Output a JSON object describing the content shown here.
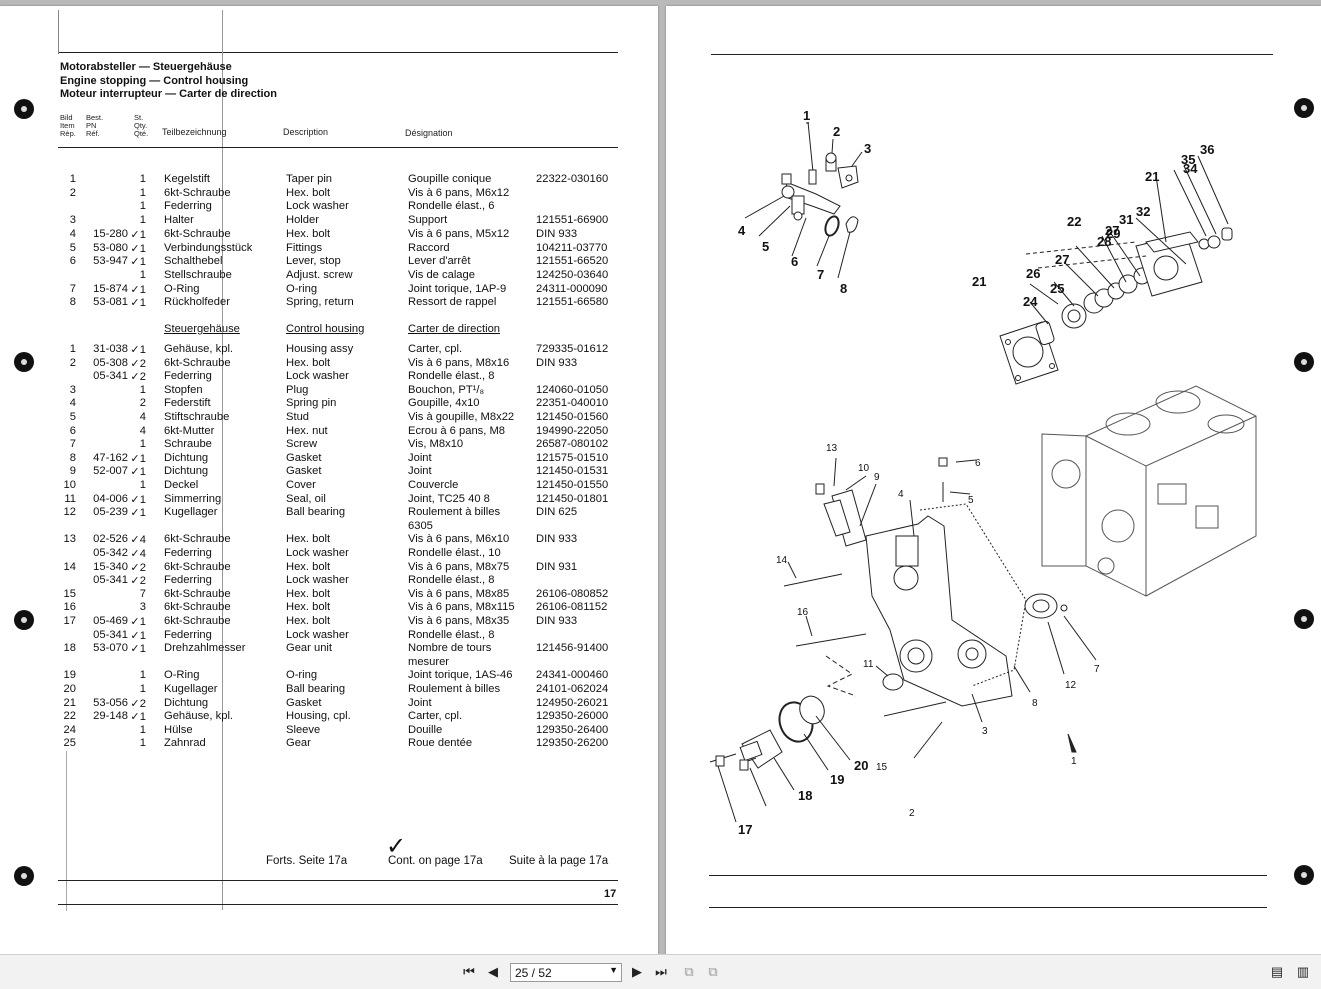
{
  "left_page": {
    "titles": [
      "Motorabsteller — Steuergehäuse",
      "Engine stopping — Control housing",
      "Moteur interrupteur — Carter de direction"
    ],
    "headers": {
      "item": [
        "Bild",
        "Item",
        "Rèp."
      ],
      "pn": [
        "Best.",
        "PN",
        "Réf."
      ],
      "qty": [
        "St.",
        "Qty.",
        "Qté."
      ],
      "de": "Teilbezeichnung",
      "en": "Description",
      "fr": "Désignation"
    },
    "rows_group1": [
      {
        "item": "1",
        "pn": "",
        "qty": "1",
        "de": "Kegelstift",
        "en": "Taper pin",
        "fr": "Goupille conique",
        "no": "22322-030160"
      },
      {
        "item": "2",
        "pn": "",
        "qty": "1",
        "de": "6kt-Schraube",
        "en": "Hex. bolt",
        "fr": "Vis à 6 pans, M6x12",
        "no": ""
      },
      {
        "item": "",
        "pn": "",
        "qty": "1",
        "de": "Federring",
        "en": "Lock washer",
        "fr": "Rondelle élast., 6",
        "no": ""
      },
      {
        "item": "3",
        "pn": "",
        "qty": "1",
        "de": "Halter",
        "en": "Holder",
        "fr": "Support",
        "no": "121551-66900"
      },
      {
        "item": "4",
        "pn": "15-280",
        "qty": "✓1",
        "de": "6kt-Schraube",
        "en": "Hex. bolt",
        "fr": "Vis à 6 pans, M5x12",
        "no": "DIN 933"
      },
      {
        "item": "5",
        "pn": "53-080",
        "qty": "✓1",
        "de": "Verbindungsstück",
        "en": "Fittings",
        "fr": "Raccord",
        "no": "104211-03770"
      },
      {
        "item": "6",
        "pn": "53-947",
        "qty": "✓1",
        "de": "Schalthebel",
        "en": "Lever, stop",
        "fr": "Lever d'arrêt",
        "no": "121551-66520"
      },
      {
        "item": "",
        "pn": "",
        "qty": "1",
        "de": "Stellschraube",
        "en": "Adjust. screw",
        "fr": "Vis de calage",
        "no": "124250-03640"
      },
      {
        "item": "7",
        "pn": "15-874",
        "qty": "✓1",
        "de": "O-Ring",
        "en": "O-ring",
        "fr": "Joint torique, 1AP-9",
        "no": "24311-000090"
      },
      {
        "item": "8",
        "pn": "53-081",
        "qty": "✓1",
        "de": "Rückholfeder",
        "en": "Spring, return",
        "fr": "Ressort de rappel",
        "no": "121551-66580"
      }
    ],
    "section_heads": {
      "de": "Steuergehäuse",
      "en": "Control housing",
      "fr": "Carter de direction"
    },
    "rows_group2": [
      {
        "item": "1",
        "pn": "31-038",
        "qty": "✓1",
        "de": "Gehäuse, kpl.",
        "en": "Housing assy",
        "fr": "Carter, cpl.",
        "no": "729335-01612"
      },
      {
        "item": "2",
        "pn": "05-308",
        "qty": "✓2",
        "de": "6kt-Schraube",
        "en": "Hex. bolt",
        "fr": "Vis à 6 pans, M8x16",
        "no": "DIN 933"
      },
      {
        "item": "",
        "pn": "05-341",
        "qty": "✓2",
        "de": "Federring",
        "en": "Lock washer",
        "fr": "Rondelle élast., 8",
        "no": ""
      },
      {
        "item": "3",
        "pn": "",
        "qty": "1",
        "de": "Stopfen",
        "en": "Plug",
        "fr": "Bouchon, PT¹/₈",
        "no": "124060-01050"
      },
      {
        "item": "4",
        "pn": "",
        "qty": "2",
        "de": "Federstift",
        "en": "Spring pin",
        "fr": "Goupille, 4x10",
        "no": "22351-040010"
      },
      {
        "item": "5",
        "pn": "",
        "qty": "4",
        "de": "Stiftschraube",
        "en": "Stud",
        "fr": "Vis à goupille, M8x22",
        "no": "121450-01560"
      },
      {
        "item": "6",
        "pn": "",
        "qty": "4",
        "de": "6kt-Mutter",
        "en": "Hex. nut",
        "fr": "Ecrou à 6 pans, M8",
        "no": "194990-22050"
      },
      {
        "item": "7",
        "pn": "",
        "qty": "1",
        "de": "Schraube",
        "en": "Screw",
        "fr": "Vis, M8x10",
        "no": "26587-080102"
      },
      {
        "item": "8",
        "pn": "47-162",
        "qty": "✓1",
        "de": "Dichtung",
        "en": "Gasket",
        "fr": "Joint",
        "no": "121575-01510"
      },
      {
        "item": "9",
        "pn": "52-007",
        "qty": "✓1",
        "de": "Dichtung",
        "en": "Gasket",
        "fr": "Joint",
        "no": "121450-01531"
      },
      {
        "item": "10",
        "pn": "",
        "qty": "1",
        "de": "Deckel",
        "en": "Cover",
        "fr": "Couvercle",
        "no": "121450-01550"
      },
      {
        "item": "11",
        "pn": "04-006",
        "qty": "✓1",
        "de": "Simmerring",
        "en": "Seal, oil",
        "fr": "Joint, TC25 40 8",
        "no": "121450-01801"
      },
      {
        "item": "12",
        "pn": "05-239",
        "qty": "✓1",
        "de": "Kugellager",
        "en": "Ball bearing",
        "fr": "Roulement à billes",
        "no": "DIN 625"
      },
      {
        "item": "",
        "pn": "",
        "qty": "",
        "de": "",
        "en": "",
        "fr": "6305",
        "no": ""
      },
      {
        "item": "13",
        "pn": "02-526",
        "qty": "✓4",
        "de": "6kt-Schraube",
        "en": "Hex. bolt",
        "fr": "Vis à 6 pans, M6x10",
        "no": "DIN 933"
      },
      {
        "item": "",
        "pn": "05-342",
        "qty": "✓4",
        "de": "Federring",
        "en": "Lock washer",
        "fr": "Rondelle élast., 10",
        "no": ""
      },
      {
        "item": "14",
        "pn": "15-340",
        "qty": "✓2",
        "de": "6kt-Schraube",
        "en": "Hex. bolt",
        "fr": "Vis à 6 pans, M8x75",
        "no": "DIN 931"
      },
      {
        "item": "",
        "pn": "05-341",
        "qty": "✓2",
        "de": "Federring",
        "en": "Lock washer",
        "fr": "Rondelle élast., 8",
        "no": ""
      },
      {
        "item": "15",
        "pn": "",
        "qty": "7",
        "de": "6kt-Schraube",
        "en": "Hex. bolt",
        "fr": "Vis à 6 pans, M8x85",
        "no": "26106-080852"
      },
      {
        "item": "16",
        "pn": "",
        "qty": "3",
        "de": "6kt-Schraube",
        "en": "Hex. bolt",
        "fr": "Vis à 6 pans, M8x115",
        "no": "26106-081152"
      },
      {
        "item": "17",
        "pn": "05-469",
        "qty": "✓1",
        "de": "6kt-Schraube",
        "en": "Hex. bolt",
        "fr": "Vis à 6 pans, M8x35",
        "no": "DIN 933"
      },
      {
        "item": "",
        "pn": "05-341",
        "qty": "✓1",
        "de": "Federring",
        "en": "Lock washer",
        "fr": "Rondelle élast., 8",
        "no": ""
      },
      {
        "item": "18",
        "pn": "53-070",
        "qty": "✓1",
        "de": "Drehzahlmesser",
        "en": "Gear unit",
        "fr": "Nombre de tours",
        "no": "121456-91400"
      },
      {
        "item": "",
        "pn": "",
        "qty": "",
        "de": "",
        "en": "",
        "fr": "mesurer",
        "no": ""
      },
      {
        "item": "19",
        "pn": "",
        "qty": "1",
        "de": "O-Ring",
        "en": "O-ring",
        "fr": "Joint torique, 1AS-46",
        "no": "24341-000460"
      },
      {
        "item": "20",
        "pn": "",
        "qty": "1",
        "de": "Kugellager",
        "en": "Ball bearing",
        "fr": "Roulement à billes",
        "no": "24101-062024"
      },
      {
        "item": "21",
        "pn": "53-056",
        "qty": "✓2",
        "de": "Dichtung",
        "en": "Gasket",
        "fr": "Joint",
        "no": "124950-26021"
      },
      {
        "item": "22",
        "pn": "29-148",
        "qty": "✓1",
        "de": "Gehäuse, kpl.",
        "en": "Housing, cpl.",
        "fr": "Carter, cpl.",
        "no": "129350-26000"
      },
      {
        "item": "24",
        "pn": "",
        "qty": "1",
        "de": "Hülse",
        "en": "Sleeve",
        "fr": "Douille",
        "no": "129350-26400"
      },
      {
        "item": "25",
        "pn": "",
        "qty": "1",
        "de": "Zahnrad",
        "en": "Gear",
        "fr": "Roue dentée",
        "no": "129350-26200"
      }
    ],
    "footer": {
      "de": "Forts. Seite 17a",
      "en": "Cont. on page 17a",
      "fr": "Suite à la page 17a",
      "check": "✓"
    },
    "page_number": "17"
  },
  "right_page": {
    "labels_bold": [
      "1",
      "2",
      "3",
      "4",
      "5",
      "6",
      "7",
      "8",
      "21",
      "22",
      "24",
      "25",
      "26",
      "27",
      "28",
      "29",
      "27",
      "31",
      "32",
      "21",
      "34",
      "35",
      "36",
      "17",
      "18",
      "19",
      "20"
    ],
    "labels_small": [
      "13",
      "10",
      "9",
      "4",
      "6",
      "5",
      "14",
      "16",
      "11",
      "12",
      "7",
      "8",
      "3",
      "2",
      "15",
      "1"
    ]
  },
  "toolbar": {
    "page_indicator": "25 / 52",
    "icons": [
      "first-page-icon",
      "prev-page-icon",
      "next-page-icon",
      "last-page-icon",
      "page-left-icon",
      "page-right-icon",
      "single-page-view-icon",
      "two-page-view-icon"
    ]
  }
}
